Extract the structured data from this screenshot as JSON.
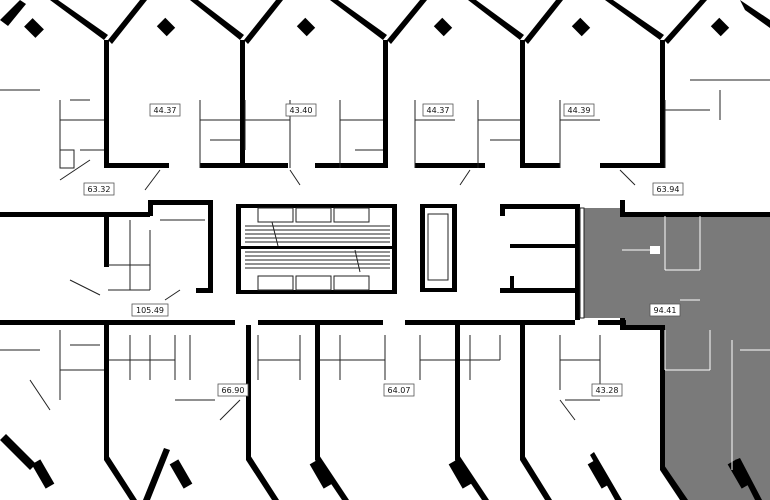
{
  "plan": {
    "units": [
      {
        "id": "u1",
        "label": "44.37",
        "highlighted": false
      },
      {
        "id": "u2",
        "label": "43.40",
        "highlighted": false
      },
      {
        "id": "u3",
        "label": "44.37",
        "highlighted": false
      },
      {
        "id": "u4",
        "label": "44.39",
        "highlighted": false
      },
      {
        "id": "u5",
        "label": "63.32",
        "highlighted": false
      },
      {
        "id": "u6",
        "label": "63.94",
        "highlighted": false
      },
      {
        "id": "u7",
        "label": "105.49",
        "highlighted": false
      },
      {
        "id": "u8",
        "label": "94.41",
        "highlighted": true
      },
      {
        "id": "u9",
        "label": "66.90",
        "highlighted": false
      },
      {
        "id": "u10",
        "label": "64.07",
        "highlighted": false
      },
      {
        "id": "u11",
        "label": "43.28",
        "highlighted": false
      }
    ],
    "colors": {
      "highlight": "#7a7a7a",
      "wall": "#000000",
      "background": "#ffffff"
    }
  }
}
